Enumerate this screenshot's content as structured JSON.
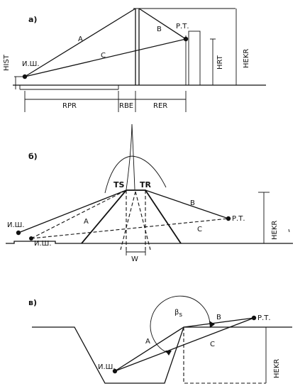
{
  "panel_a": {
    "tag": "а)",
    "source": "И.Ш.",
    "receiver": "Р.Т.",
    "ray_a": "A",
    "ray_b": "B",
    "ray_c": "C",
    "hist": "HIST",
    "hrt": "HRT",
    "hekr": "HEKR",
    "rpr": "RPR",
    "rbe": "RBE",
    "rer": "RER"
  },
  "panel_b": {
    "tag": "б)",
    "source": "И.Ш.",
    "source_image": "И.Ш.",
    "receiver": "Р.Т.",
    "ray_a": "A",
    "ray_b": "B",
    "ray_c": "C",
    "ts": "TS",
    "tr": "TR",
    "w": "W",
    "hekr": "HEKR"
  },
  "panel_c": {
    "tag": "в)",
    "source": "И.Ш.",
    "receiver": "Р.Т.",
    "ray_a": "A",
    "ray_b": "B",
    "ray_c": "C",
    "beta": "β",
    "beta_sub": "s",
    "hekr": "HEKR"
  }
}
